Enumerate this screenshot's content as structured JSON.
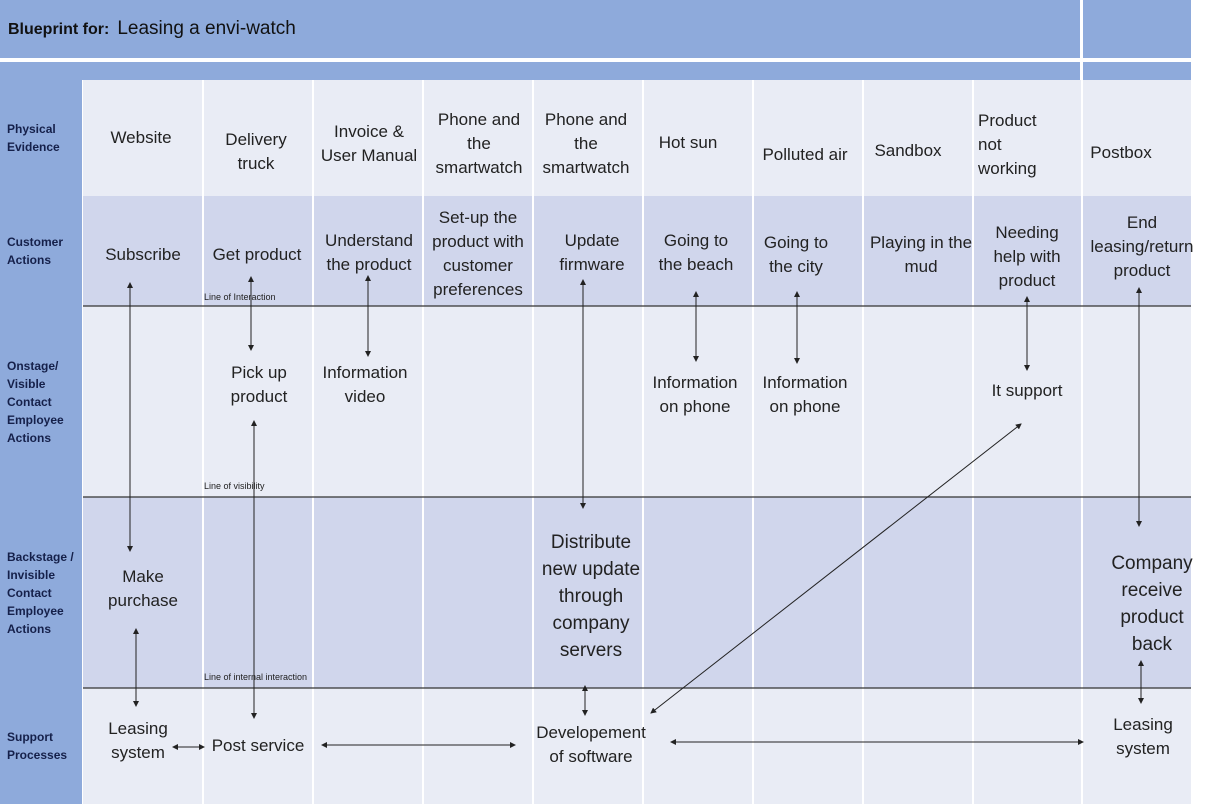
{
  "title": {
    "prefix": "Blueprint for:",
    "text": "Leasing a envi-watch"
  },
  "row_labels": {
    "physical": "Physical Evidence",
    "customer": "Customer Actions",
    "onstage": "Onstage/ Visible Contact Employee Actions",
    "backstage": "Backstage / Invisible Contact Employee Actions",
    "support": "Support Processes"
  },
  "line_labels": {
    "interaction": "Line of Interaction",
    "visibility": "Line of visibility",
    "internal": "Line of internal interaction"
  },
  "physical": [
    "Website",
    "Delivery truck",
    "Invoice & User Manual",
    "Phone and the smartwatch",
    "Phone and the smartwatch",
    "Hot sun",
    "Polluted air",
    "Sandbox",
    "Product not working",
    "Postbox"
  ],
  "customer": [
    "Subscribe",
    "Get product",
    "Understand the product",
    "Set-up the product with customer preferences",
    "Update firmware",
    "Going to the beach",
    "Going to the city",
    "Playing in the mud",
    "Needing help with product",
    "End leasing/return product"
  ],
  "onstage": {
    "pickup": "Pick up product",
    "video": "Information video",
    "info_beach": "Information on phone",
    "info_city": "Information on phone",
    "it_support": "It support"
  },
  "backstage": {
    "purchase": "Make purchase",
    "distribute": "Distribute new update through company servers",
    "receive": "Company receive product back"
  },
  "support": {
    "leasing1": "Leasing system",
    "post": "Post service",
    "development": "Developement of software",
    "leasing2": "Leasing system"
  }
}
